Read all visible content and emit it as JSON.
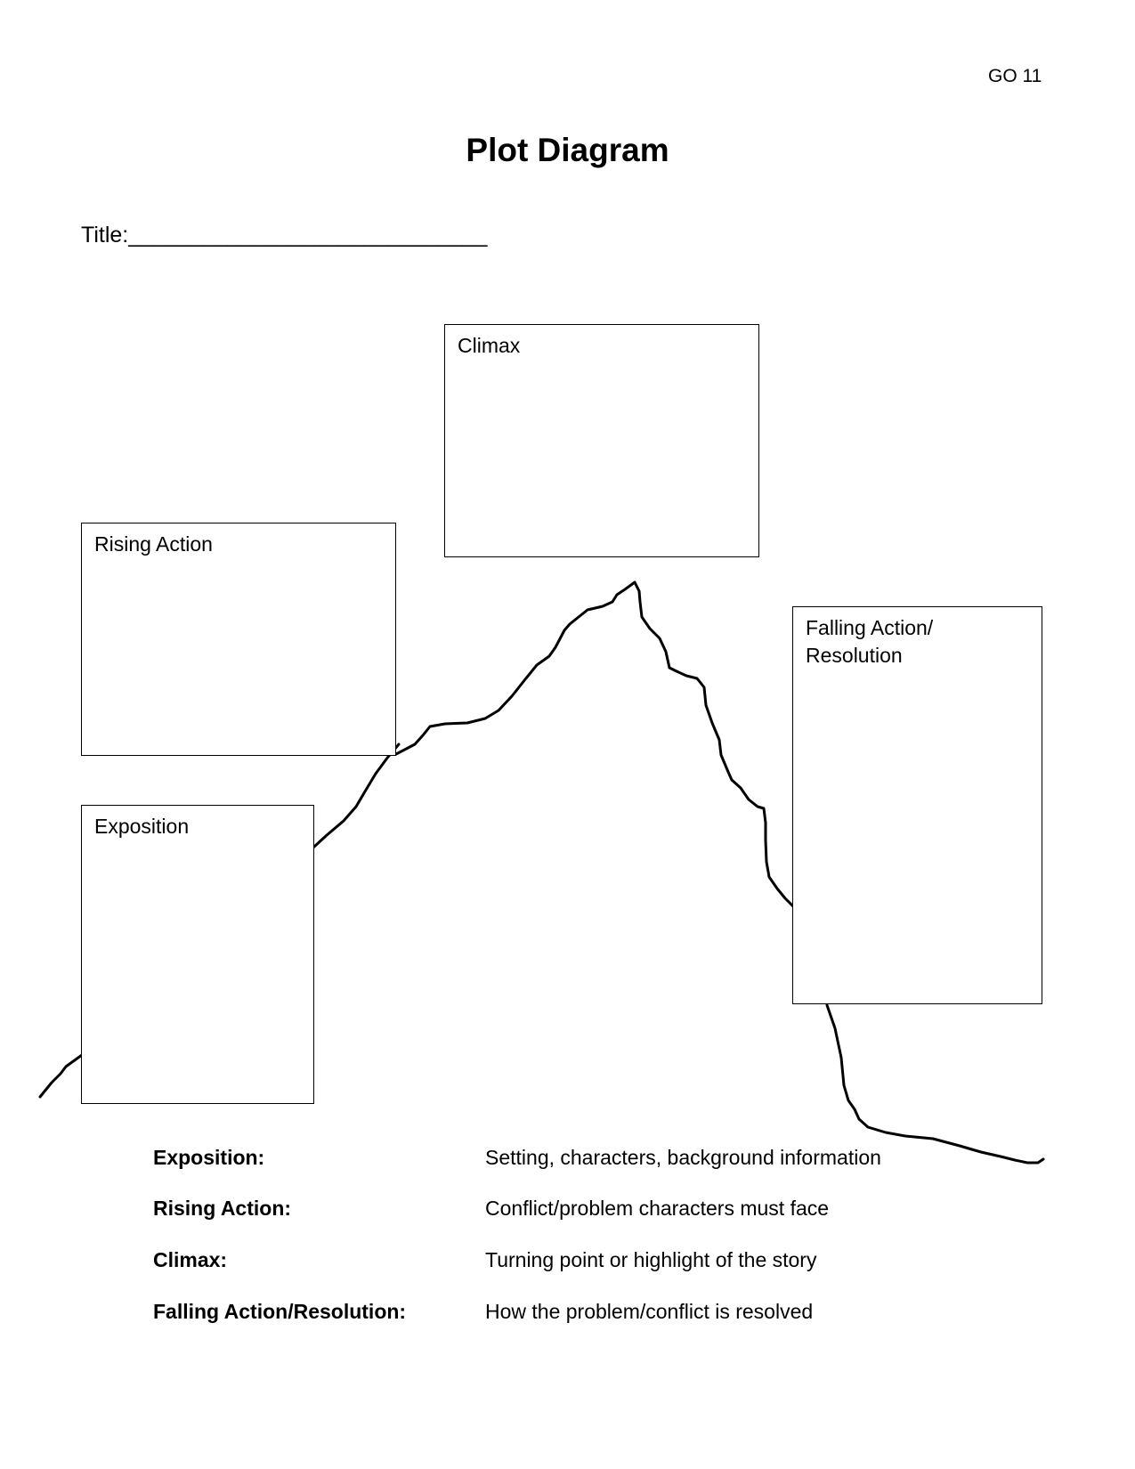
{
  "header": {
    "page_code": "GO 11",
    "title": "Plot Diagram",
    "title_field": "Title:_____________________________"
  },
  "boxes": {
    "climax": "Climax",
    "rising_action": "Rising Action",
    "exposition": "Exposition",
    "falling_action": "Falling Action/\nResolution"
  },
  "legend": [
    {
      "term": "Exposition:",
      "definition": "Setting, characters, background information"
    },
    {
      "term": "Rising Action:",
      "definition": "Conflict/problem characters must face"
    },
    {
      "term": "Climax:",
      "definition": "Turning point or highlight of the story"
    },
    {
      "term": "Falling Action/Resolution:",
      "definition": "How the problem/conflict is resolved"
    }
  ]
}
